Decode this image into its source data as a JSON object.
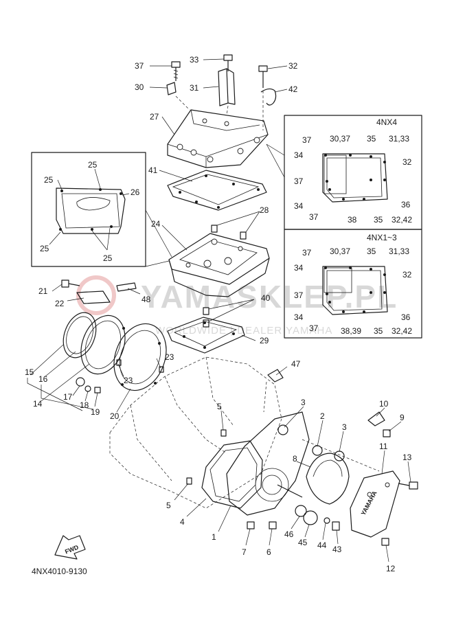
{
  "watermark": {
    "text": "YAMASKLEP.PL",
    "subtext": "WORLDWIDE | DEALER YAMAHA"
  },
  "diagram_code": "4NX4010-9130",
  "insets": [
    {
      "id": "4nx4",
      "title": "4NX4",
      "labels": [
        "37",
        "30,37",
        "35",
        "31,33",
        "34",
        "32",
        "37",
        "34",
        "36",
        "38",
        "35",
        "32,42",
        "37"
      ]
    },
    {
      "id": "4nx1-3",
      "title": "4NX1~3",
      "labels": [
        "37",
        "30,37",
        "35",
        "31,33",
        "34",
        "32",
        "37",
        "34",
        "36",
        "38,39",
        "35",
        "32,42",
        "37"
      ]
    }
  ],
  "left_inset_labels": [
    "25",
    "25",
    "26",
    "25",
    "25"
  ],
  "cover_logo": "YAMAHA",
  "fwd_label": "FWD",
  "part_labels": {
    "p1": "1",
    "p2": "2",
    "p3a": "3",
    "p3b": "3",
    "p4": "4",
    "p5a": "5",
    "p5b": "5",
    "p6": "6",
    "p7": "7",
    "p8": "8",
    "p9": "9",
    "p10": "10",
    "p11": "11",
    "p12": "12",
    "p13": "13",
    "p14": "14",
    "p15": "15",
    "p16": "16",
    "p17": "17",
    "p18": "18",
    "p19": "19",
    "p20": "20",
    "p21": "21",
    "p22": "22",
    "p23a": "23",
    "p23b": "23",
    "p24": "24",
    "p27": "27",
    "p28": "28",
    "p29": "29",
    "p30": "30",
    "p31": "31",
    "p32": "32",
    "p33": "33",
    "p37": "37",
    "p40": "40",
    "p41": "41",
    "p42": "42",
    "p43": "43",
    "p44": "44",
    "p45": "45",
    "p46": "46",
    "p47": "47",
    "p48": "48"
  }
}
